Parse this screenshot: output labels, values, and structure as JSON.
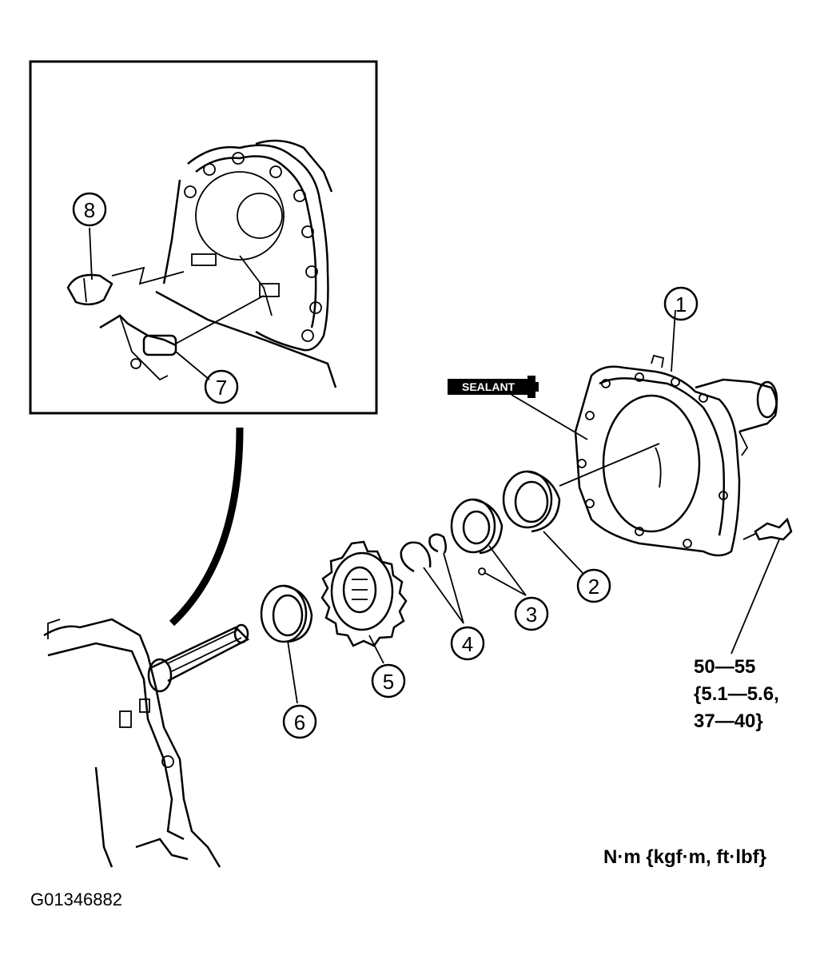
{
  "callouts": [
    "1",
    "2",
    "3",
    "4",
    "5",
    "6",
    "7",
    "8"
  ],
  "sealant_label": "SEALANT",
  "torque_spec": {
    "line1": "50—55",
    "line2": "{5.1—5.6,",
    "line3": "37—40}"
  },
  "unit_note": "N·m {kgf·m, ft·lbf}",
  "figure_code": "G01346882"
}
